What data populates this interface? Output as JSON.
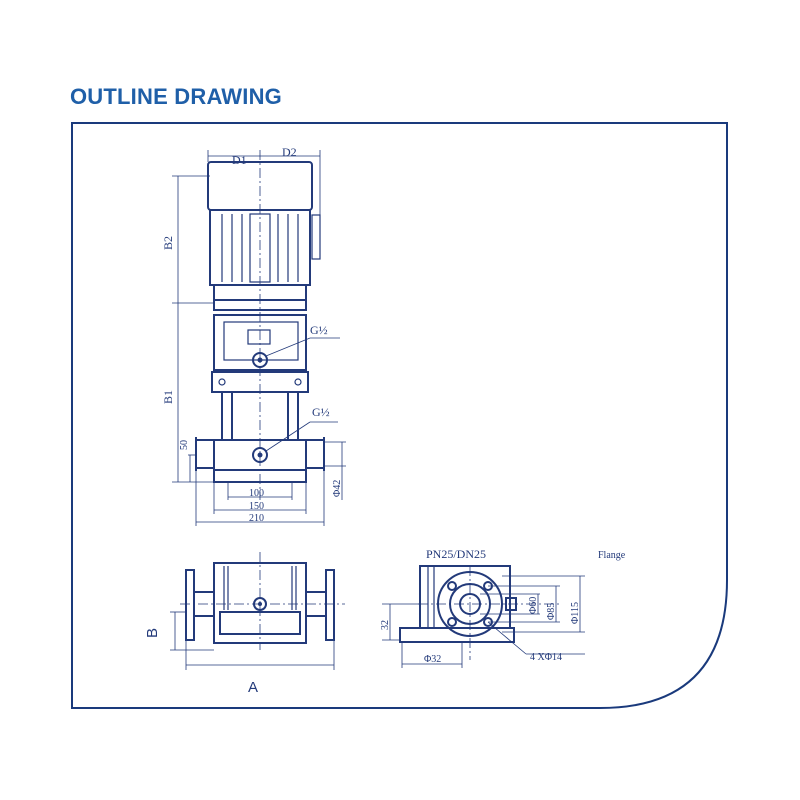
{
  "heading": "OUTLINE DRAWING",
  "front_view": {
    "d1": "D1",
    "d2": "D2",
    "b2": "B2",
    "b1": "B1",
    "height_50": "50",
    "port_top": "G½",
    "port_bottom": "G½",
    "dim_100": "100",
    "dim_150": "150",
    "dim_210": "210",
    "dim_phi42": "Φ42"
  },
  "top_view": {
    "b": "B",
    "a": "A"
  },
  "flange_view": {
    "rating": "PN25/DN25",
    "flange": "Flange",
    "dim_32_v": "32",
    "dim_phi32": "Φ32",
    "dim_phi60": "Φ60",
    "dim_phi85": "Φ85",
    "dim_phi115": "Φ115",
    "holes": "4 XΦ14"
  },
  "colors": {
    "heading": "#1f5fa8",
    "frame": "#1a3a7c",
    "ink": "#233a7a"
  }
}
